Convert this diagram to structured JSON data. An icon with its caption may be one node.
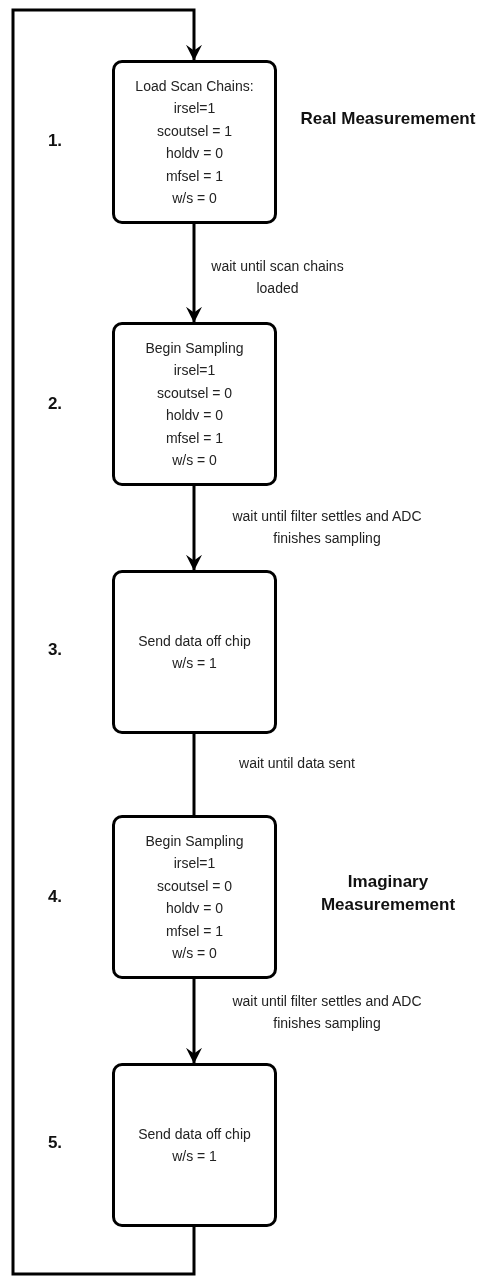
{
  "diagram": {
    "nodes": [
      {
        "text": [
          "Load Scan Chains:",
          "irsel=1",
          "scoutsel = 1",
          "holdv = 0",
          "mfsel = 1",
          "w/s = 0"
        ]
      },
      {
        "text": [
          "Begin Sampling",
          "irsel=1",
          "scoutsel = 0",
          "holdv = 0",
          "mfsel = 1",
          "w/s = 0"
        ]
      },
      {
        "text": [
          "Send data off chip",
          "w/s = 1"
        ]
      },
      {
        "text": [
          "Begin Sampling",
          "irsel=1",
          "scoutsel = 0",
          "holdv = 0",
          "mfsel = 1",
          "w/s = 0"
        ]
      },
      {
        "text": [
          "Send data off chip",
          "w/s = 1"
        ]
      }
    ],
    "edges": [
      {
        "from": 0,
        "to": 1,
        "arrow": "to",
        "label": "wait until scan chains loaded"
      },
      {
        "from": 1,
        "to": 2,
        "arrow": "to",
        "label": "wait until filter settles and ADC finishes sampling"
      },
      {
        "from": 2,
        "to": 3,
        "arrow": "none",
        "label": "wait until data sent"
      },
      {
        "from": 3,
        "to": 4,
        "arrow": "to",
        "label": "wait until filter settles and ADC finishes sampling"
      },
      {
        "from": 4,
        "to": 0,
        "arrow": "to"
      }
    ],
    "labels": [
      "1.",
      "Real Measuremement",
      "2.",
      "3.",
      "4.",
      "Imaginary Measuremement",
      "5."
    ]
  }
}
